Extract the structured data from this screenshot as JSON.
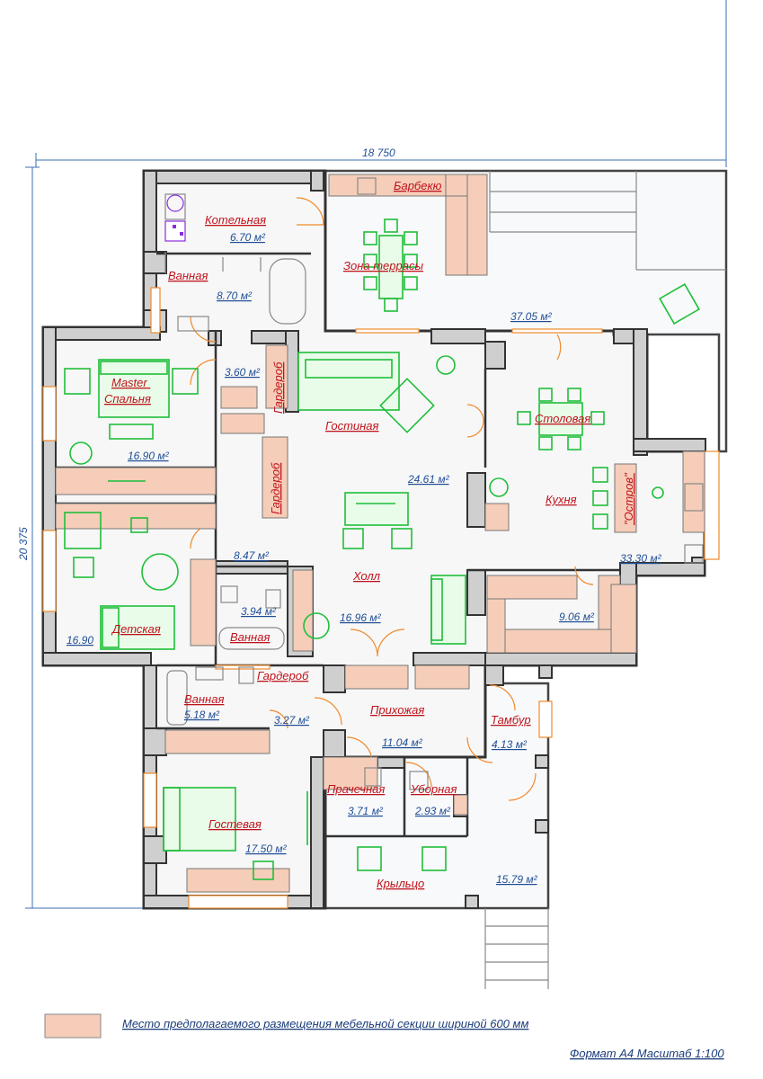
{
  "dimensions": {
    "width_label": "18 750",
    "height_label": "20 375"
  },
  "rooms": [
    {
      "name": "Котельная",
      "area": "6.70 м²"
    },
    {
      "name": "Ванная",
      "area": "8.70 м²"
    },
    {
      "name": "Барбекю",
      "area": ""
    },
    {
      "name": "Зона террасы",
      "area": "37.05 м²"
    },
    {
      "name": "Master\nСпальня",
      "area": "16.90 м²"
    },
    {
      "name": "Гардероб",
      "area": "3.60 м²"
    },
    {
      "name": "Гостиная",
      "area": "24.61 м²"
    },
    {
      "name": "Столовая",
      "area": ""
    },
    {
      "name": "Гардероб",
      "area": "8.47 м²"
    },
    {
      "name": "Кухня",
      "area": "33.30 м²"
    },
    {
      "name": "\"Остров\"",
      "area": ""
    },
    {
      "name": "Холл",
      "area": "16.96 м²"
    },
    {
      "name": "Детская",
      "area": "16.90"
    },
    {
      "name": "Ванная",
      "area": "3.94 м²"
    },
    {
      "name": "",
      "area": "9.06 м²"
    },
    {
      "name": "Гардероб",
      "area": "3.27 м²"
    },
    {
      "name": "Ванная",
      "area": "5.18 м²"
    },
    {
      "name": "Прихожая",
      "area": "11.04 м²"
    },
    {
      "name": "Тамбур",
      "area": "4.13 м²"
    },
    {
      "name": "Прачечная",
      "area": "3.71 м²"
    },
    {
      "name": "Уборная",
      "area": "2.93 м²"
    },
    {
      "name": "Гостевая",
      "area": "17.50 м²"
    },
    {
      "name": "Крыльцо",
      "area": "15.79 м²"
    }
  ],
  "legend": {
    "text": "Место предполагаемого размещения мебельной секции шириной 600 мм",
    "swatch_color": "#f5cdb8"
  },
  "footer": {
    "text": "Формат А4 Масштаб 1:100"
  },
  "colors": {
    "room_name": "#c0141c",
    "area": "#1f4e96",
    "furniture_green": "#1fbf3a",
    "doors_windows": "#f08a2a",
    "built_in": "#f5cdb8"
  }
}
